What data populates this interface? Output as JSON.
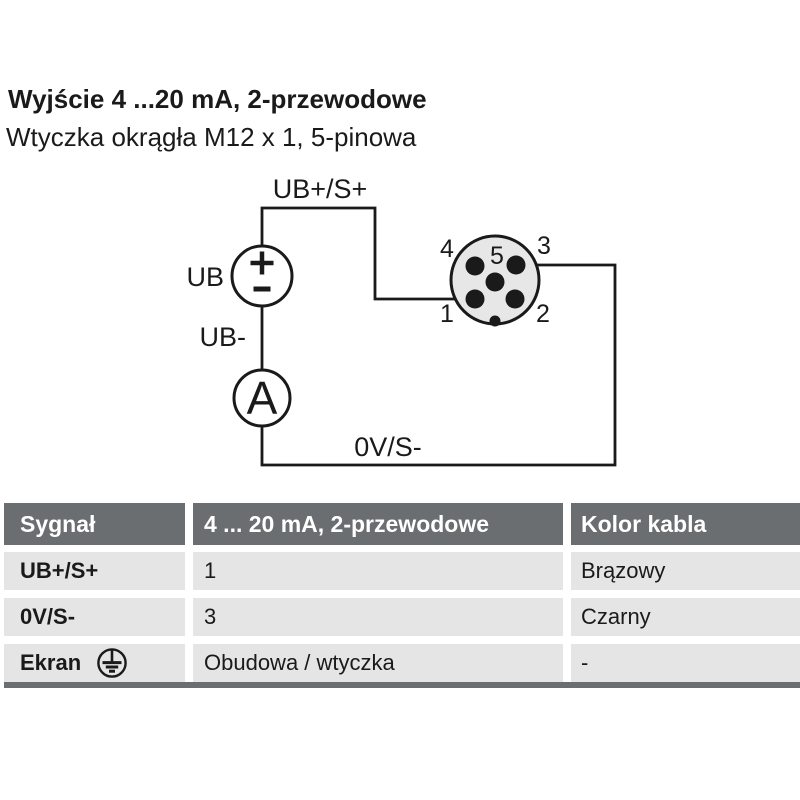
{
  "page": {
    "title": "Wyjście 4 ...20 mA, 2-przewodowe",
    "subtitle": "Wtyczka okrągła M12 x 1, 5-pinowa"
  },
  "diagram": {
    "supply_plus_line_label": "UB+/S+",
    "supply_label": "UB",
    "supply_minus_label": "UB-",
    "ammeter_label": "A",
    "return_line_label": "0V/S-",
    "polarity": {
      "plus": "+",
      "minus": "−"
    },
    "connector": {
      "pins": {
        "p1": "1",
        "p2": "2",
        "p3": "3",
        "p4": "4",
        "p5": "5"
      },
      "fill_color": "#e7e7e7"
    },
    "wire_color": "#1a1a1a"
  },
  "table": {
    "headers": {
      "signal": "Sygnał",
      "mode": "4 ... 20 mA, 2-przewodowe",
      "cable_color": "Kolor kabla"
    },
    "rows": [
      {
        "signal": "UB+/S+",
        "pin": "1",
        "color": "Brązowy"
      },
      {
        "signal": "0V/S-",
        "pin": "3",
        "color": "Czarny"
      },
      {
        "signal": "Ekran",
        "pin": "Obudowa / wtyczka",
        "color": "-"
      }
    ],
    "colors": {
      "header_bg": "#6a6e71",
      "header_text": "#ffffff",
      "row_bg": "#e5e5e5",
      "bottom_border": "#6a6e71"
    }
  }
}
